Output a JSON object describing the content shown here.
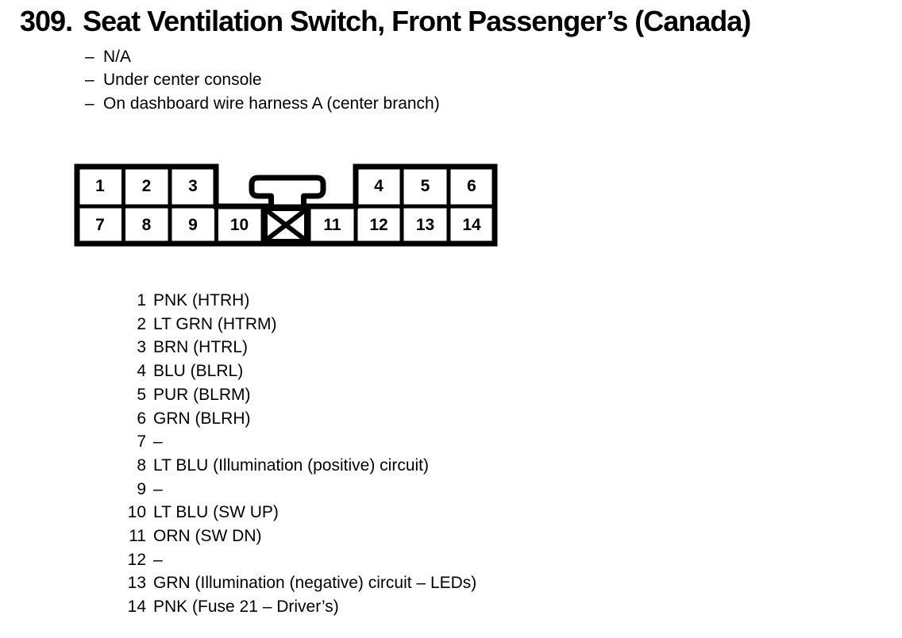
{
  "page": {
    "background_color": "#ffffff",
    "text_color": "#000000"
  },
  "title": {
    "number": "309.",
    "text": "Seat Ventilation Switch, Front Passenger’s (Canada)"
  },
  "location_notes": {
    "bullet": "–",
    "items": [
      "N/A",
      "Under center console",
      "On dashboard wire harness A (center branch)"
    ]
  },
  "connector": {
    "description": "14-cavity connector, 2 rows, with T-shaped key tab and one blocked (X) cavity",
    "cells": {
      "top_left": [
        "1",
        "2",
        "3"
      ],
      "top_right": [
        "4",
        "5",
        "6"
      ],
      "bottom": [
        "7",
        "8",
        "9",
        "10",
        "11",
        "12",
        "13",
        "14"
      ]
    },
    "icons": {
      "key_tab": "t-shaped-key",
      "blocked_cavity": "x-blocked-cavity"
    }
  },
  "pin_list": {
    "rows": [
      {
        "pin": "1",
        "desc": "PNK (HTRH)"
      },
      {
        "pin": "2",
        "desc": "LT GRN (HTRM)"
      },
      {
        "pin": "3",
        "desc": "BRN (HTRL)"
      },
      {
        "pin": "4",
        "desc": "BLU (BLRL)"
      },
      {
        "pin": "5",
        "desc": "PUR (BLRM)"
      },
      {
        "pin": "6",
        "desc": "GRN (BLRH)"
      },
      {
        "pin": "7",
        "desc": "–"
      },
      {
        "pin": "8",
        "desc": "LT BLU (Illumination (positive) circuit)"
      },
      {
        "pin": "9",
        "desc": "–"
      },
      {
        "pin": "10",
        "desc": "LT BLU (SW UP)"
      },
      {
        "pin": "11",
        "desc": "ORN (SW DN)"
      },
      {
        "pin": "12",
        "desc": "–"
      },
      {
        "pin": "13",
        "desc": "GRN (Illumination (negative) circuit – LEDs)"
      },
      {
        "pin": "14",
        "desc": "PNK (Fuse 21 – Driver’s)"
      }
    ]
  }
}
